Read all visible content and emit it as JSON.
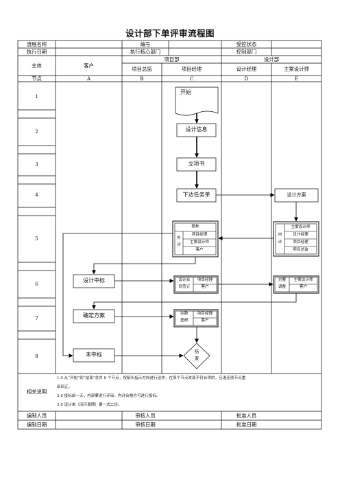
{
  "title": "设计部下单评审流程图",
  "header": {
    "flow_name_label": "流程名称",
    "code_label": "编号",
    "control_status_label": "受控状态",
    "exec_date_label": "执行日期",
    "exec_core_dept_label": "执行核心部门",
    "control_dept_label": "控制部门",
    "subject_label": "主体",
    "customer": "客户",
    "project_dept": "项目部",
    "design_dept": "设计部",
    "project_director": "项目总监",
    "project_manager": "项目经理",
    "design_manager": "设计经理",
    "lead_designer": "主案设计师",
    "node_label": "节点",
    "col_a": "A",
    "col_b": "B",
    "col_c": "C",
    "col_d": "D",
    "col_e": "E"
  },
  "rows": [
    "1",
    "2",
    "3",
    "4",
    "5",
    "6",
    "7",
    "8"
  ],
  "nodes": {
    "start": "开始",
    "design_info": "设计信息",
    "project_setup": "立项书",
    "task_order": "下达任务单",
    "design_plan": "设计方案",
    "won_bid": "设计中标",
    "confirm_plan": "确定方案",
    "lost_bid": "未中标",
    "end_1": "结",
    "end_2": "束"
  },
  "bid_box": {
    "head": "投标",
    "side_1": "外",
    "side_2": "评",
    "rows": [
      "项目经理",
      "主案设计师",
      "客户"
    ]
  },
  "internal_box": {
    "side_1": "内",
    "side_2": "评",
    "rows": [
      "主案设计师",
      "设计经理",
      "项目经理",
      "项目总监"
    ]
  },
  "contract_box": {
    "left_1": "设计合",
    "left_2": "同签订",
    "rows": [
      "项目经理",
      "客户"
    ]
  },
  "adjust_box": {
    "left_1": "方案",
    "left_2": "调整",
    "rows": [
      "主案设计师",
      "客户"
    ]
  },
  "payment_box": {
    "left_1": "回款",
    "left_2": "图纸",
    "rows": [
      "项目经理",
      "客户"
    ]
  },
  "notes": {
    "label": "相关说明",
    "line_1": "1.0 从“开始”到“结束”总共 8 个节点，按箭头指示方向进行运作，在某个节点发现不符合项的，应退还原节点重",
    "line_1b": "新四正。",
    "line_2": "2.0 投标前一天，内部要进行评审，内评合格方可进行投标。",
    "line_3": "3.0 设计单（闭环周期）要一式二份。"
  },
  "footer": {
    "compiler": "编制人员",
    "reviewer": "审核人员",
    "approver": "批准人员",
    "compile_date": "编制日期",
    "review_date": "审核日期",
    "approve_date": "批准日期"
  }
}
